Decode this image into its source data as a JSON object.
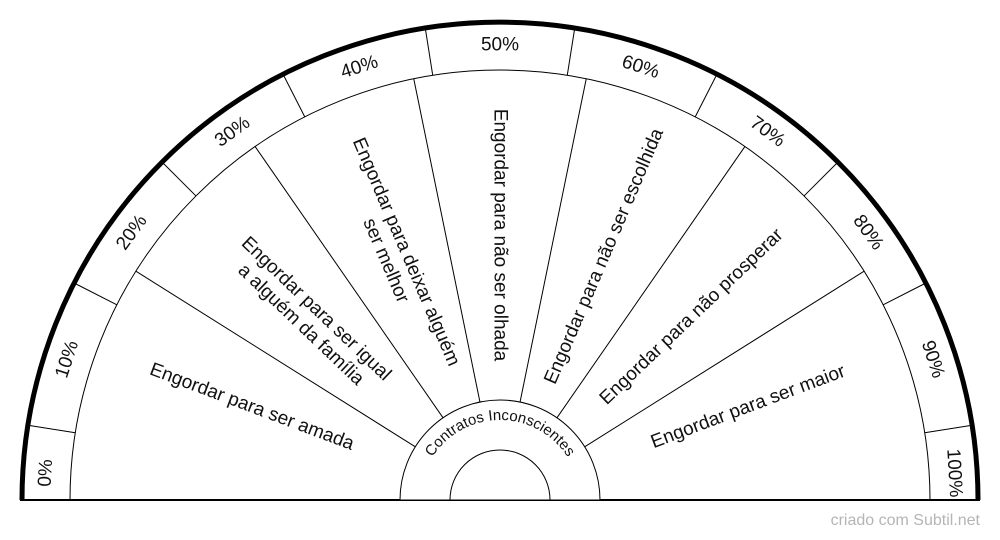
{
  "center_label": "Contratos Inconscientes",
  "scale_labels": [
    "0%",
    "10%",
    "20%",
    "30%",
    "40%",
    "50%",
    "60%",
    "70%",
    "80%",
    "90%",
    "100%"
  ],
  "sectors": [
    [
      "Engordar para ser amada"
    ],
    [
      "Engordar para ser igual",
      "a alguém da família"
    ],
    [
      "Engordar para deixar alguém",
      "ser melhor"
    ],
    [
      "Engordar para não ser olhada"
    ],
    [
      "Engordar para não ser escolhida"
    ],
    [
      "Engordar para não prosperar"
    ],
    [
      "Engordar para ser maior"
    ]
  ],
  "credit": "criado com Subtil.net",
  "colors": {
    "line": "#000000",
    "text": "#111111",
    "credit": "#b5b5b5",
    "background": "#ffffff"
  }
}
